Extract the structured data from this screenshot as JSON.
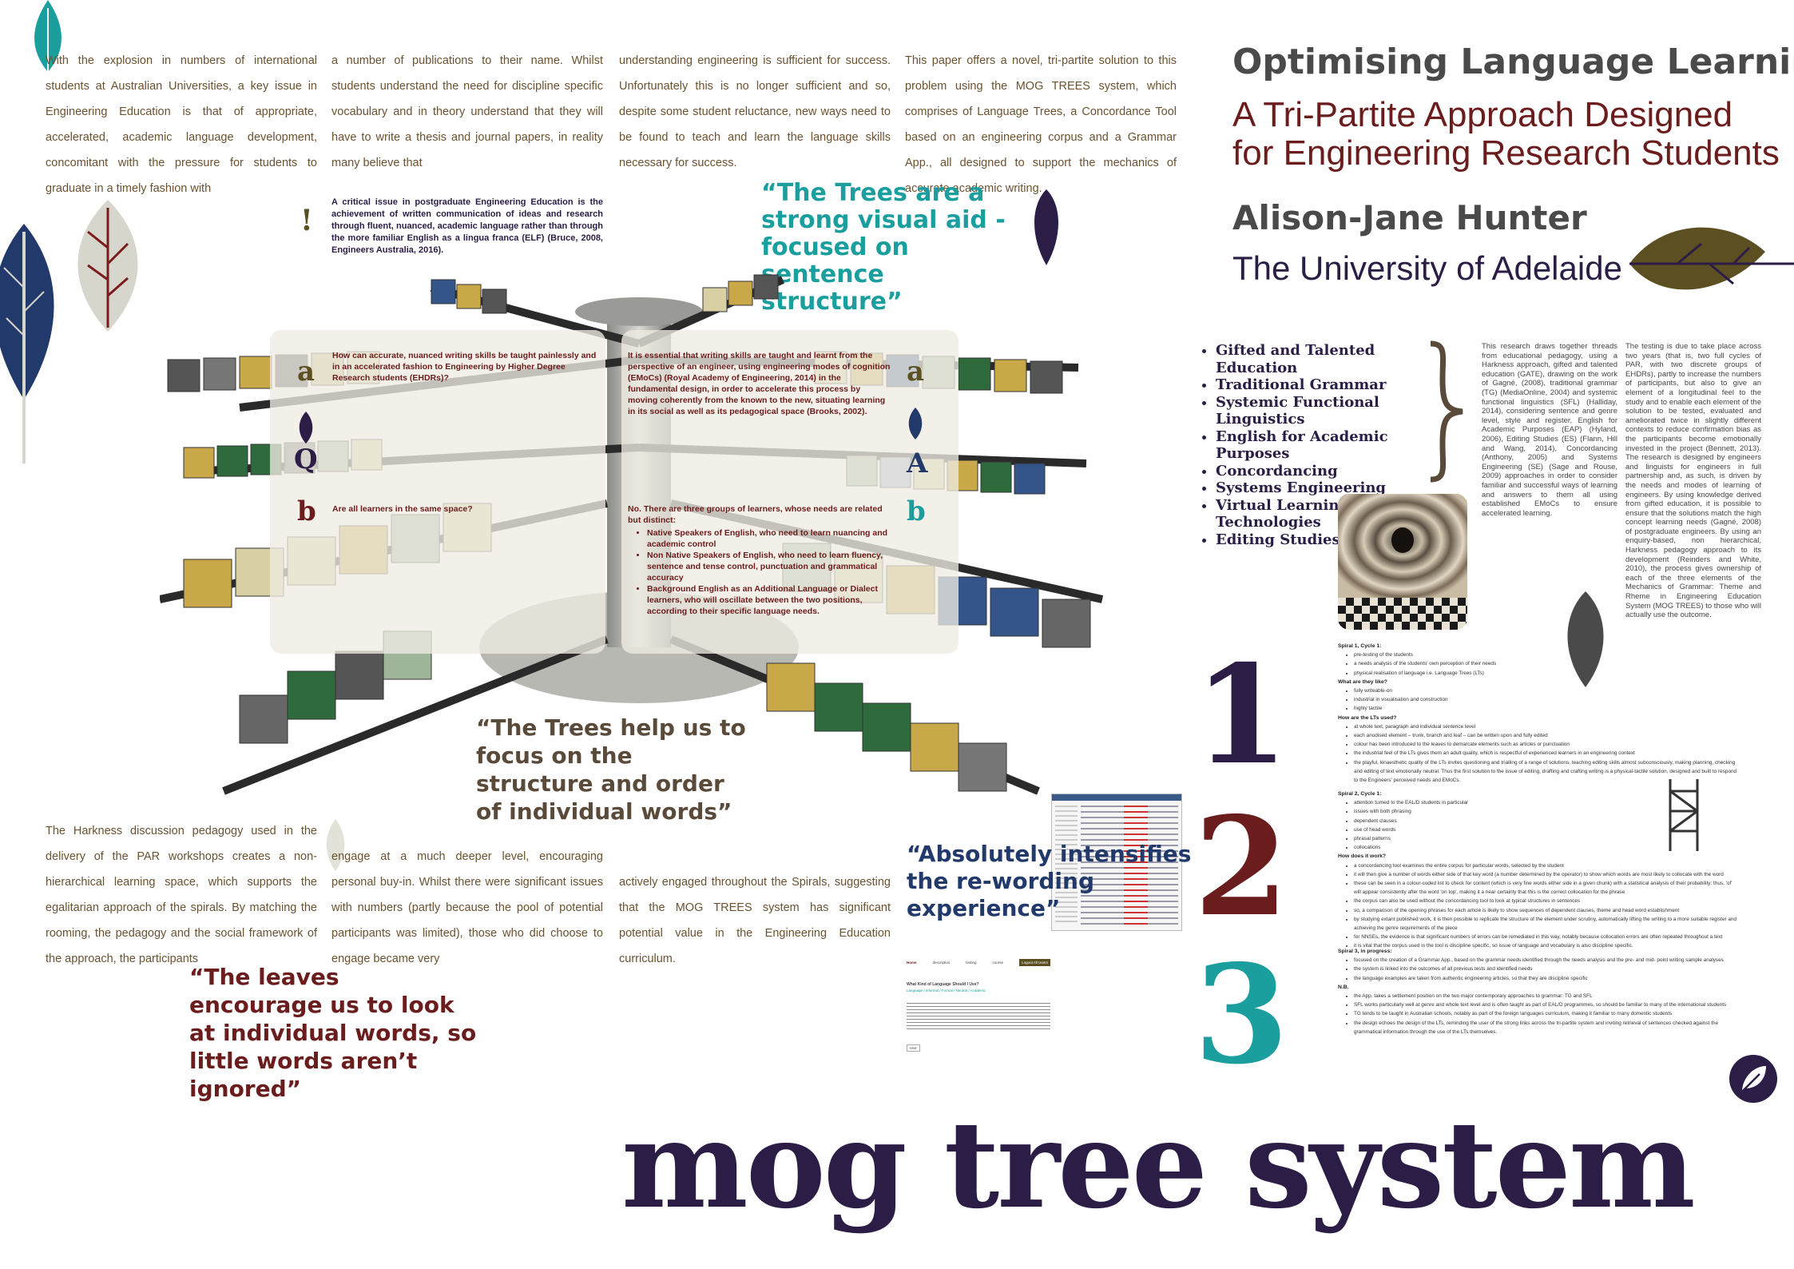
{
  "title": {
    "main": "Optimising Language Learning",
    "sub_line1": "A Tri-Partite Approach Designed",
    "sub_line2": "for Engineering Research Students",
    "author": "Alison-Jane Hunter",
    "university": "The University of Adelaide"
  },
  "intro_columns": [
    "With the explosion in numbers of international students at Australian Universities, a key issue in Engineering Education is that of appropriate, accelerated, academic language development, concomitant with the pressure for students to graduate in a timely fashion with",
    "a number of publications to their name. Whilst students understand the need for discipline specific vocabulary and in theory understand that they will have to write a thesis and journal papers, in reality many believe that",
    "understanding engineering is sufficient for success. Unfortunately this is no longer sufficient and so, despite some student reluctance, new ways need to be found to teach and learn the language skills necessary for success.",
    "This paper offers a novel, tri-partite solution to this problem using the MOG TREES system, which comprises of Language Trees, a Concordance Tool based on an engineering corpus and a Grammar App., all designed to support the mechanics of accurate academic writing."
  ],
  "critical_issue": {
    "mark": "!",
    "text": "A critical issue in postgraduate Engineering Education is the achievement of written communication of ideas and research through fluent, nuanced, academic language rather than through the more familiar English as a lingua franca (ELF) (Bruce, 2008, Engineers Australia, 2016)."
  },
  "quotes": {
    "q1": "“The Trees are a strong visual aid - focused on sentence structure”",
    "q2": "“The Trees help us to focus on the structure and order of individual words”",
    "q3": "“Absolutely intensifies the re-wording experience”",
    "q4": "“The leaves encourage us to look at individual words, so little words aren’t ignored”"
  },
  "qa": {
    "q_letter": "Q",
    "a_letter": "A",
    "sub_a": "a",
    "sub_b": "b",
    "qa_text": "How can accurate, nuanced writing skills be taught painlessly and in an accelerated fashion to Engineering by Higher Degree Research students (EHDRs)?",
    "qb_text": "Are all learners in the same space?",
    "aa_text": "It is essential that writing skills are taught and learnt from the perspective of an engineer, using engineering modes of cognition (EMoCs) (Royal Academy of Engineering, 2014) in the fundamental design, in order to accelerate this process by moving coherently from the known to the new, situating learning in its social as well as its pedagogical space (Brooks, 2002).",
    "ab_intro": "No. There are three groups of learners, whose needs are related but distinct:",
    "ab_items": [
      "Native Speakers of English, who need to learn nuancing and academic control",
      "Non Native Speakers of English, who need to learn fluency, sentence and tense control, punctuation and grammatical accuracy",
      "Background English as an Additional Language or Dialect learners, who will oscillate between the two positions, according to their specific language needs."
    ]
  },
  "topics": [
    "Gifted and Talented Education",
    "Traditional Grammar",
    "Systemic Functional Linguistics",
    "English for Academic Purposes",
    "Concordancing",
    "Systems Engineering",
    "Virtual Learning Technologies",
    "Editing Studies"
  ],
  "research_text": "This research draws together threads from educational pedagogy, using a Harkness approach, gifted and talented education (GATE), drawing on the work of Gagné, (2008), traditional grammar (TG) (MediaOnline, 2004) and systemic functional linguistics (SFL) (Halliday, 2014), considering sentence and genre level, style and register, English for Academic Purposes (EAP) (Hyland, 2006), Editing Studies (ES) (Flann, Hill and Wang, 2014), Concordancing (Anthony, 2005) and Systems Engineering (SE) (Sage and Rouse, 2009) approaches in order to consider familiar and successful ways of learning and answers to them all using established EMoCs to ensure accelerated learning.",
  "testing_text": "The testing is due to take place across two years (that is, two full cycles of PAR, with two discrete groups of EHDRs), partly to increase the numbers of participants, but also to give an element of a longitudinal feel to the study and to enable each element of the solution to be tested, evaluated and ameliorated twice in slightly different contexts to reduce confirmation bias as the participants become emotionally invested in the project (Bennett, 2013). The research is designed by engineers and linguists for engineers in full partnership and, as such, is driven by the needs and modes of learning of engineers. By using knowledge derived from gifted education, it is possible to ensure that the solutions match the high concept learning needs (Gagné, 2008) of postgraduate engineers. By using an enquiry-based, non hierarchical, Harkness pedagogy approach to its development (Reinders and White, 2010), the process gives ownership of each of the three elements of the Mechanics of Grammar: Theme and Rheme in Engineering Education System (MOG TREES) to those who will actually use the outcome.",
  "harkness_columns": [
    "The Harkness discussion pedagogy used in the delivery of the PAR workshops creates a non-hierarchical learning space, which supports the egalitarian approach of the spirals. By matching the rooming, the pedagogy and the social framework of the approach, the participants",
    "engage at a much deeper level, encouraging personal buy-in. Whilst there were significant issues with numbers (partly because the pool of potential participants was limited), those who did choose to engage became very",
    "actively engaged throughout the Spirals, suggesting that the MOG TREES system has significant potential value in the Engineering Education curriculum."
  ],
  "spirals": {
    "n1": "1",
    "n2": "2",
    "n3": "3",
    "s1": {
      "heading": "Spiral 1, Cycle 1:",
      "items_a": [
        "pre-testing of the students",
        "a needs analysis of the students' own perception of their needs",
        "physical realisation of language i.e. Language Trees (LTs)"
      ],
      "sub1": "What are they like?",
      "items_b": [
        "fully writeable-on",
        "industrial in visualisation and construction",
        "highly tactile"
      ],
      "sub2": "How are the LTs used?",
      "items_c": [
        "at whole text, paragraph and individual sentence level",
        "each anodised element – trunk, branch and leaf – can be written upon and fully edited",
        "colour has been introduced to the leaves to demarcate elements such as articles or punctuation",
        "the industrial feel of the LTs gives them an adult quality, which is respectful of experienced learners in an engineering context",
        "the playful, kinaesthetic quality of the LTs invites questioning and trialling of a range of solutions, teaching editing skills almost subconsciously, making planning, checking and editing of text emotionally neutral. Thus the first solution to the issue of editing, drafting and crafting writing is a physical-tactile solution, designed and built to respond to the Engineers' perceived needs and EMoCs."
      ]
    },
    "s2": {
      "heading": "Spiral 2, Cycle 1:",
      "items_a": [
        "attention turned to the EAL/D students in particular",
        "issues with both phrasing",
        "dependent clauses",
        "use of head words",
        "phrasal patterns",
        "collocations"
      ],
      "sub1": "How does it work?",
      "items_b": [
        "a concordancing tool examines the entire corpus for particular words, selected by the student",
        "it will then give a number of words either side of that key word (a number determined by the operator) to show which words are most likely to collocate with the word",
        "these can be seen in a colour-coded list to check for content (which is very fine words either side in a given chunk) with a statistical analysis of their probability: thus, 'of' will appear consistently after the word 'on top', making it a near certainty that this is the correct collocation for the phrase",
        "the corpus can also be used without the concordancing tool to look at typical structures in sentences",
        "so, a comparison of the opening phrases for each article is likely to show sequences of dependent clauses, theme and head word establishment",
        "by studying extant published work, it is then possible to replicate the structure of the element under scrutiny, automatically lifting the writing to a more suitable register and achieving the genre requirements of the piece",
        "for NNSEs, the evidence is that significant numbers of errors can be remediated in this way, notably because collocation errors are often repeated throughout a text",
        "it is vital that the corpus used in the tool is discipline specific, so issue of language and vocabulary is also discipline specific."
      ]
    },
    "s3": {
      "heading": "Spiral 3, in progress:",
      "items_a": [
        "focused on the creation of a Grammar App., based on the grammar needs identified through the needs analysis and the pre- and mid- point writing sample analyses",
        "the system is linked into the outcomes of all previous tests and identified needs",
        "the language examples are taken from authentic engineering articles, so that they are discipline specific"
      ],
      "sub1": "N.B.",
      "items_b": [
        "the App. takes a settlement position on the two major contemporary approaches to grammar: TG and SFL",
        "SFL works particularly well at genre and whole text level and is often taught as part of EAL/D programmes, so should be familiar to many of the international students",
        "TG tends to be taught in Australian schools, notably as part of the foreign languages curriculum, making it familiar to many domestic students",
        "the design echoes the design of the LTs, reminding the user of the strong links across the tri-partite system and inviting retrieval of sentences checked against the grammatical information through the use of the LTs themselves."
      ]
    }
  },
  "app_preview": {
    "menu": [
      "Home",
      "description",
      "testing",
      "course",
      "Logout All Users"
    ],
    "heading": "What Kind of Language Should I Use?",
    "body": "Language / Informal / Formal / Neutral / Academic",
    "button": "next"
  },
  "footer": "mog tree system",
  "colors": {
    "teal": "#1a9e9e",
    "plum": "#2b1d45",
    "maroon": "#6b1c1c",
    "olive": "#5c5023",
    "brown_text": "#6b5230",
    "navy": "#213a6b"
  }
}
